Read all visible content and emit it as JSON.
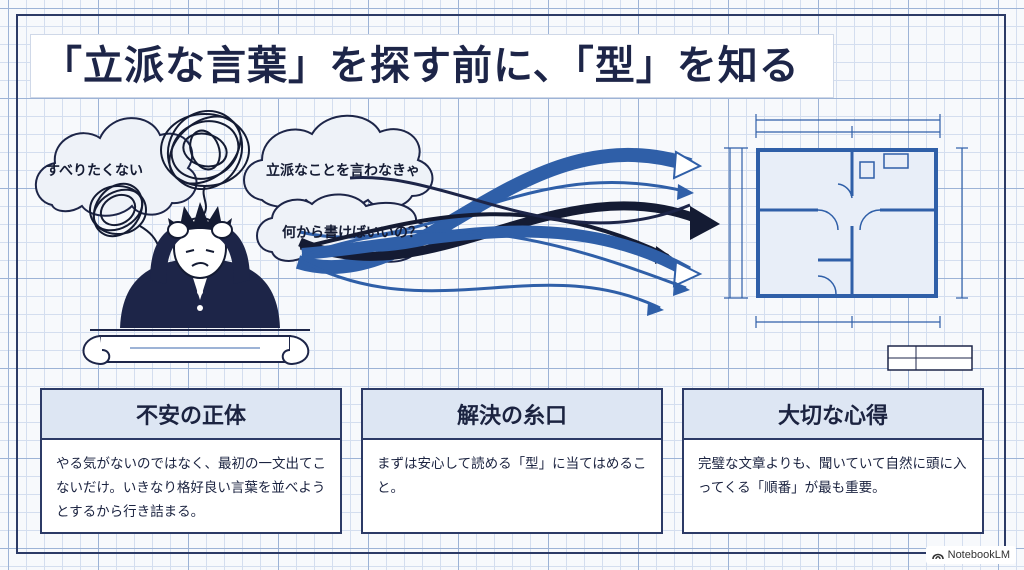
{
  "title": "「立派な言葉」を探す前に、「型」を知る",
  "worries": [
    {
      "text": "すべりたくない"
    },
    {
      "text": "立派なことを言わなきゃ"
    },
    {
      "text": "何から書けばいいの？"
    }
  ],
  "cards": [
    {
      "heading": "不安の正体",
      "body": "やる気がないのではなく、最初の一文出てこないだけ。いきなり格好良い言葉を並べようとするから行き詰まる。"
    },
    {
      "heading": "解決の糸口",
      "body": "まずは安心して読める「型」に当てはめること。"
    },
    {
      "heading": "大切な心得",
      "body": "完璧な文章よりも、聞いていて自然に頭に入ってくる「順番」が最も重要。"
    }
  ],
  "badge": {
    "icon": "notebooklm-icon",
    "label": "NotebookLM"
  },
  "colors": {
    "navy": "#1d2548",
    "accent_blue": "#2f5fa8",
    "light_blue": "#dde6f3",
    "grid": "#9db3d6"
  }
}
